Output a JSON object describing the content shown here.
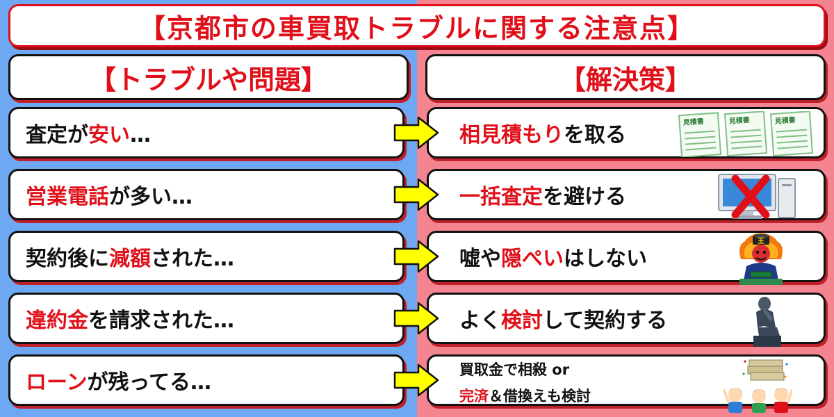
{
  "title": "【京都市の車買取トラブルに関する注意点】",
  "headers": {
    "left": "【トラブルや問題】",
    "right": "【解決策】"
  },
  "problems": [
    {
      "parts": [
        {
          "t": "査定が"
        },
        {
          "t": "安い",
          "hl": true
        },
        {
          "t": "…"
        }
      ]
    },
    {
      "parts": [
        {
          "t": "営業電話",
          "hl": true
        },
        {
          "t": "が多い…"
        }
      ]
    },
    {
      "parts": [
        {
          "t": "契約後に"
        },
        {
          "t": "減額",
          "hl": true
        },
        {
          "t": "された…"
        }
      ]
    },
    {
      "parts": [
        {
          "t": "違約金",
          "hl": true
        },
        {
          "t": "を請求された…"
        }
      ]
    },
    {
      "parts": [
        {
          "t": "ローン",
          "hl": true
        },
        {
          "t": "が残ってる…"
        }
      ]
    }
  ],
  "solutions": [
    {
      "parts": [
        {
          "t": "相見積もり",
          "hl": true
        },
        {
          "t": "を取る"
        }
      ],
      "icon": "estimate-documents-icon"
    },
    {
      "parts": [
        {
          "t": "一括査定",
          "hl": true
        },
        {
          "t": "を避ける"
        }
      ],
      "icon": "computer-cross-icon"
    },
    {
      "parts": [
        {
          "t": "嘘や"
        },
        {
          "t": "隠ぺい",
          "hl": true
        },
        {
          "t": "はしない"
        }
      ],
      "icon": "enma-king-icon"
    },
    {
      "parts": [
        {
          "t": "よく"
        },
        {
          "t": "検討",
          "hl": true
        },
        {
          "t": "して契約する"
        }
      ],
      "icon": "thinker-statue-icon"
    },
    {
      "lines": [
        [
          {
            "t": "買取金で相殺 or"
          }
        ],
        [
          {
            "t": "完済",
            "hl": true
          },
          {
            "t": "＆借換えも検討"
          }
        ]
      ],
      "icon": "money-celebration-icon"
    }
  ],
  "doc_label": "見積書",
  "king_badge": "王",
  "colors": {
    "accent": "#e0101a",
    "left_bg": "#6fa8f2",
    "right_bg": "#f48590",
    "arrow": "#ffff00"
  }
}
